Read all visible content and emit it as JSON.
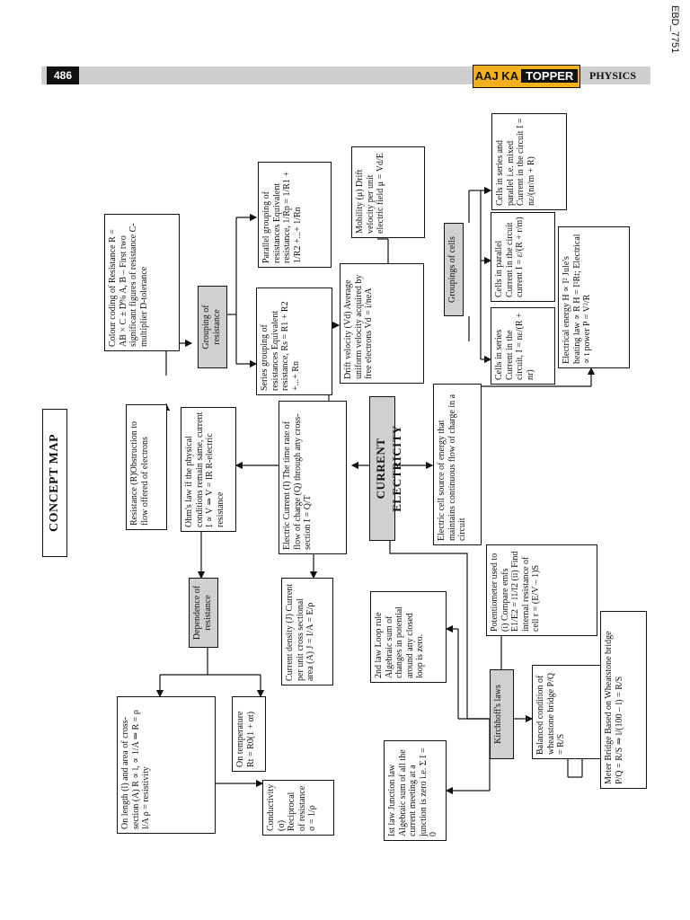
{
  "header": {
    "page_number": "486",
    "brand_left": "AAJ KA",
    "brand_right": "TOPPER",
    "subject": "PHYSICS",
    "code": "EBD_7751"
  },
  "diagram": {
    "title": "CONCEPT MAP",
    "center": "CURRENT ELECTRICITY",
    "nodes": {
      "electric_current": "Electric Current (I) The time rate of flow of charge (Q) through any cross-section I = Q/T",
      "drift_velocity": "Drift velocity (Vd) Average uniform velocity acquired by free electrons Vd = i/neA",
      "mobility": "Mobility (μ) Drift velocity per unit electric field μ = Vd/E",
      "current_density": "Current density (J) Current per unit cross sectional area (A) J = I/A = E/ρ",
      "ohms_law": "Ohm's law if the physical conditions remain same, current I ∝ V ⇒ V = IR R-electric resistance",
      "resistance": "Resistance (R)Obstruction to flow offered of electrons",
      "grouping_resistance": "Grouping of resistance",
      "colour_coding": "Colour coding of Resistance R = AB × C ± D% A, B – First two significant figures of resistance C-multiplier D-tolerance",
      "series_resistance": "Series grouping of resistances Equivalent resistance, Rs = R1 + R2 +...+ Rn",
      "parallel_resistance": "Parallel grouping of resistances Equivalent resistance, 1/Rp = 1/R1 + 1/R2 +...+ 1/Rn",
      "electric_cell": "Electric cell source of energy that maintains continuous flow of charge in a circuit",
      "groupings_cells": "Groupings of cells",
      "cells_series": "Cells in series Current in the circuit, I = nε/(R + nr)",
      "cells_parallel": "Cells in parallel Current in the circuit current I = ε/(R + r/m)",
      "cells_mixed": "Cells in series and parallel i.e. mixed Current in the circuit I = nε/(nr/m + R)",
      "electrical_energy": "Electrical energy H ∝ I² Jule's heating law ∝ R H = I²Rt; Electrical ∝ t power P = V²/R",
      "dependence": "Dependence of resistance",
      "on_length": "On length (l) and area of cross-section (A) R ∝ l, ∝ 1/A ⇒ R = ρ l/A ρ = resistivity",
      "on_temperature": "On temperature Rt = R0(1 + αt)",
      "conductivity": "Conductivity (σ) Reciprocal of resistance σ = 1/ρ",
      "kirchhoff": "Kirchhoff's laws",
      "first_law": "Ist law Junction law Algebraic sum of all the current meeting at a junction is zero i.e. Σ I = 0",
      "second_law": "2nd law Loop rule Algebraic sum of changes in potential around any closed loop is zero.",
      "wheatstone": "Balanced condition of wheatstone bridge P/Q = R/S",
      "meter_bridge": "Meter Bridge Based on Wheatstone bridge P/Q = R/S ⇒ l/(100 – l) = R/S",
      "potentiometer": "Potentiometer used to (i) Compare emfs E1/E2 = l1/l2 (ii) Find internal resistance of cell r = (E/V – 1)S"
    }
  }
}
